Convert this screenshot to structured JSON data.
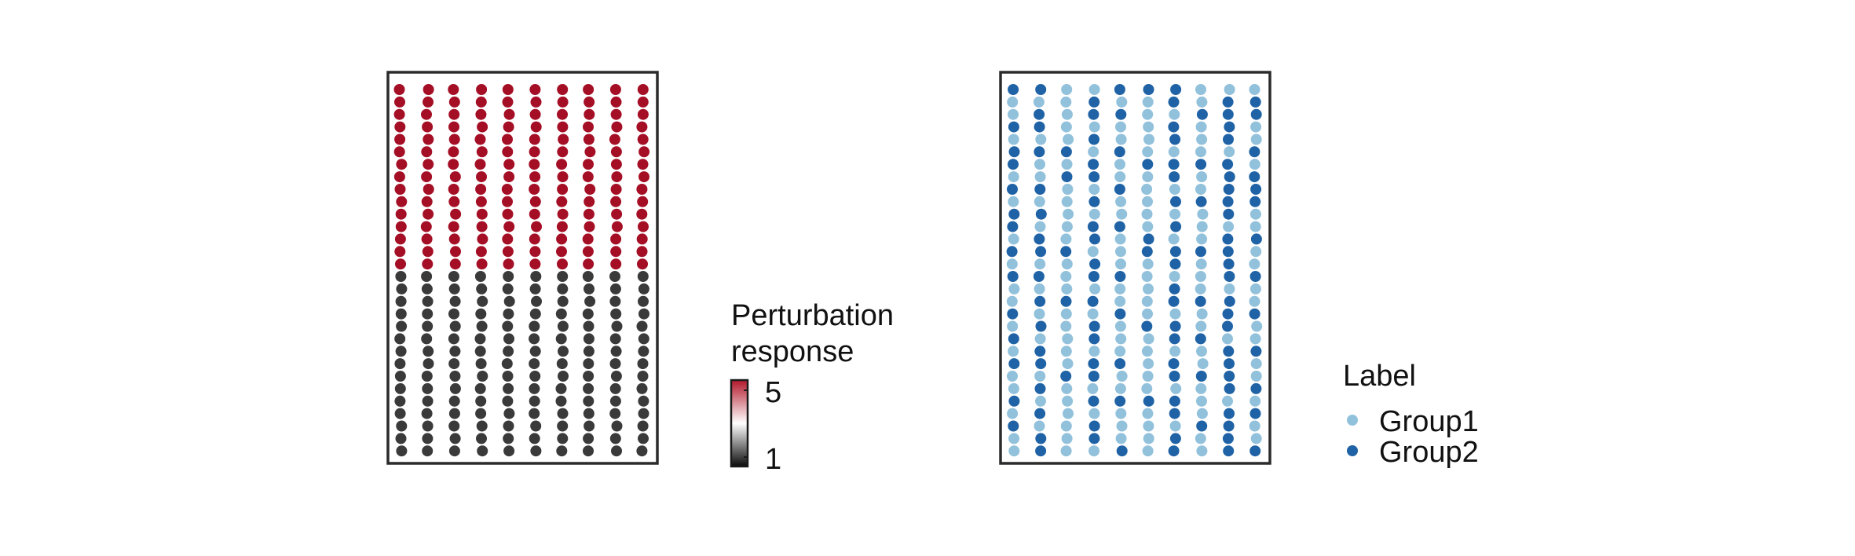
{
  "figure": {
    "background": "#ffffff"
  },
  "chart_data": [
    {
      "type": "scatter",
      "title": "",
      "xlabel": "",
      "ylabel": "",
      "grid": false,
      "columns": 10,
      "rows_per_column": 30,
      "color_by": "Perturbation response",
      "legend": {
        "type": "colorbar",
        "title_lines": [
          "Perturbation",
          "response"
        ],
        "min": 1,
        "max": 5,
        "tick_labels": [
          "5",
          "1"
        ],
        "colors": [
          "#0a0a0a",
          "#ffffff",
          "#b2182b"
        ],
        "placement": "right"
      },
      "groups": [
        {
          "value": 5,
          "rows": 15,
          "color": "#a50f26",
          "position": "top"
        },
        {
          "value": 1,
          "rows": 15,
          "color": "#3a3a3a",
          "position": "bottom"
        }
      ]
    },
    {
      "type": "scatter",
      "title": "",
      "xlabel": "",
      "ylabel": "",
      "grid": false,
      "columns": 10,
      "rows_per_column": 30,
      "color_by": "Label",
      "legend": {
        "type": "categorical",
        "title": "Label",
        "placement": "right",
        "items": [
          {
            "label": "Group1",
            "color": "#92c1dc"
          },
          {
            "label": "Group2",
            "color": "#1f63a6"
          }
        ]
      },
      "column_groups": [
        [
          "Group2",
          "Group1",
          "Group1",
          "Group2",
          "Group1",
          "Group2",
          "Group2",
          "Group1",
          "Group2",
          "Group1",
          "Group2",
          "Group2",
          "Group1",
          "Group2",
          "Group1",
          "Group2",
          "Group1",
          "Group1",
          "Group2",
          "Group1",
          "Group2",
          "Group1",
          "Group2",
          "Group1",
          "Group1",
          "Group2",
          "Group1",
          "Group2",
          "Group1",
          "Group1"
        ],
        [
          "Group2",
          "Group1",
          "Group2",
          "Group2",
          "Group1",
          "Group2",
          "Group1",
          "Group1",
          "Group2",
          "Group1",
          "Group2",
          "Group1",
          "Group2",
          "Group2",
          "Group1",
          "Group2",
          "Group1",
          "Group2",
          "Group1",
          "Group2",
          "Group1",
          "Group2",
          "Group2",
          "Group1",
          "Group2",
          "Group1",
          "Group2",
          "Group1",
          "Group2",
          "Group2"
        ],
        [
          "Group1",
          "Group1",
          "Group1",
          "Group1",
          "Group1",
          "Group2",
          "Group1",
          "Group2",
          "Group1",
          "Group1",
          "Group1",
          "Group1",
          "Group1",
          "Group2",
          "Group1",
          "Group1",
          "Group1",
          "Group2",
          "Group1",
          "Group1",
          "Group1",
          "Group1",
          "Group1",
          "Group2",
          "Group1",
          "Group1",
          "Group1",
          "Group1",
          "Group1",
          "Group1"
        ],
        [
          "Group1",
          "Group2",
          "Group2",
          "Group1",
          "Group2",
          "Group1",
          "Group2",
          "Group2",
          "Group1",
          "Group2",
          "Group1",
          "Group2",
          "Group2",
          "Group1",
          "Group2",
          "Group2",
          "Group1",
          "Group2",
          "Group1",
          "Group2",
          "Group2",
          "Group1",
          "Group2",
          "Group2",
          "Group1",
          "Group2",
          "Group1",
          "Group2",
          "Group2",
          "Group1"
        ],
        [
          "Group2",
          "Group1",
          "Group2",
          "Group1",
          "Group1",
          "Group2",
          "Group1",
          "Group1",
          "Group2",
          "Group1",
          "Group1",
          "Group2",
          "Group1",
          "Group1",
          "Group1",
          "Group2",
          "Group1",
          "Group1",
          "Group2",
          "Group1",
          "Group1",
          "Group1",
          "Group2",
          "Group1",
          "Group1",
          "Group2",
          "Group1",
          "Group1",
          "Group1",
          "Group2"
        ],
        [
          "Group2",
          "Group1",
          "Group1",
          "Group1",
          "Group1",
          "Group1",
          "Group2",
          "Group1",
          "Group1",
          "Group1",
          "Group1",
          "Group1",
          "Group2",
          "Group2",
          "Group1",
          "Group1",
          "Group1",
          "Group1",
          "Group1",
          "Group2",
          "Group1",
          "Group1",
          "Group1",
          "Group1",
          "Group1",
          "Group2",
          "Group1",
          "Group1",
          "Group1",
          "Group1"
        ],
        [
          "Group2",
          "Group2",
          "Group1",
          "Group2",
          "Group2",
          "Group1",
          "Group2",
          "Group2",
          "Group1",
          "Group2",
          "Group1",
          "Group2",
          "Group1",
          "Group2",
          "Group2",
          "Group1",
          "Group2",
          "Group2",
          "Group1",
          "Group2",
          "Group2",
          "Group1",
          "Group2",
          "Group2",
          "Group1",
          "Group2",
          "Group2",
          "Group1",
          "Group2",
          "Group2"
        ],
        [
          "Group1",
          "Group1",
          "Group2",
          "Group1",
          "Group1",
          "Group1",
          "Group2",
          "Group1",
          "Group1",
          "Group2",
          "Group1",
          "Group1",
          "Group1",
          "Group2",
          "Group1",
          "Group1",
          "Group1",
          "Group2",
          "Group1",
          "Group1",
          "Group2",
          "Group1",
          "Group1",
          "Group2",
          "Group1",
          "Group1",
          "Group1",
          "Group2",
          "Group1",
          "Group1"
        ],
        [
          "Group1",
          "Group2",
          "Group2",
          "Group2",
          "Group2",
          "Group1",
          "Group2",
          "Group2",
          "Group2",
          "Group2",
          "Group2",
          "Group1",
          "Group2",
          "Group2",
          "Group2",
          "Group2",
          "Group1",
          "Group2",
          "Group2",
          "Group2",
          "Group1",
          "Group2",
          "Group2",
          "Group2",
          "Group2",
          "Group1",
          "Group2",
          "Group2",
          "Group2",
          "Group2"
        ],
        [
          "Group1",
          "Group2",
          "Group2",
          "Group1",
          "Group1",
          "Group2",
          "Group1",
          "Group2",
          "Group2",
          "Group2",
          "Group1",
          "Group1",
          "Group2",
          "Group1",
          "Group1",
          "Group2",
          "Group1",
          "Group1",
          "Group2",
          "Group1",
          "Group1",
          "Group2",
          "Group1",
          "Group1",
          "Group2",
          "Group1",
          "Group2",
          "Group1",
          "Group1",
          "Group2"
        ]
      ]
    }
  ]
}
